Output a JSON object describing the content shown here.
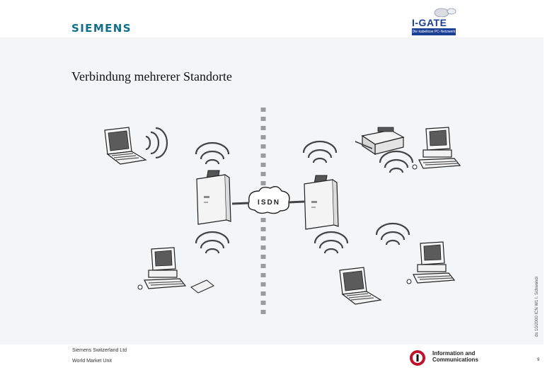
{
  "header": {
    "brand": "SIEMENS",
    "logo_title": "I-GATE",
    "logo_subtitle": "Die kabellose PC-Netzwerk"
  },
  "slide": {
    "title": "Verbindung mehrerer Standorte"
  },
  "diagram": {
    "isdn_label": "ISDN"
  },
  "footer": {
    "company": "Siemens Switzerland Ltd",
    "unit": "World Market Unit",
    "vertical_note": "ds 10/2000 ICN W1 I. Schwendi",
    "ic_line1": "Information and",
    "ic_line2": "Communications",
    "page_number": "9"
  },
  "colors": {
    "brand": "#0e6f8a",
    "igate_blue": "#1a3f95",
    "panel": "#f4f5f6",
    "ic_red": "#c0122b"
  }
}
